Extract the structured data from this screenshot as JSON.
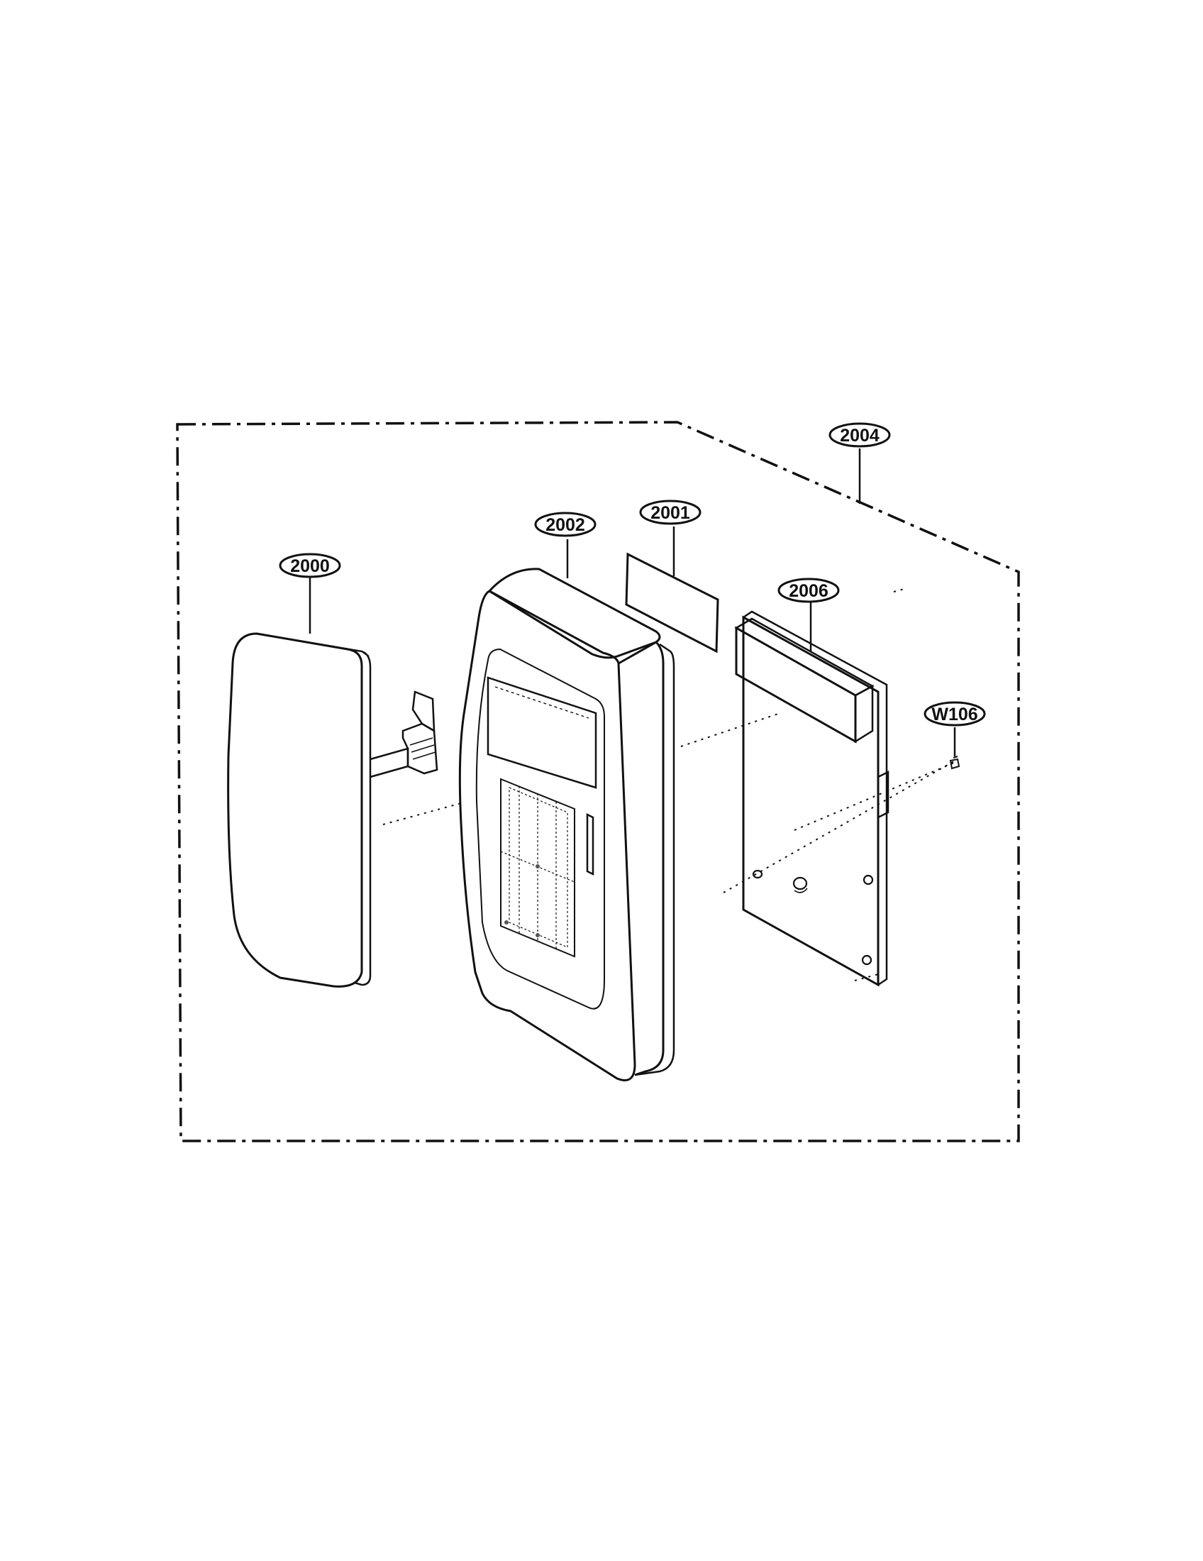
{
  "diagram": {
    "callouts": [
      {
        "id": "2000",
        "label": "2000",
        "part": "control-panel-membrane"
      },
      {
        "id": "2001",
        "label": "2001",
        "part": "display-window-sheet"
      },
      {
        "id": "2002",
        "label": "2002",
        "part": "control-panel-frame"
      },
      {
        "id": "2004",
        "label": "2004",
        "part": "control-panel-assembly"
      },
      {
        "id": "2006",
        "label": "2006",
        "part": "pcb-assembly"
      },
      {
        "id": "W106",
        "label": "W106",
        "part": "screw"
      }
    ]
  },
  "colors": {
    "ink": "#111111",
    "background": "#ffffff",
    "panel_fill": "#ffffff",
    "shade": "#555555"
  }
}
